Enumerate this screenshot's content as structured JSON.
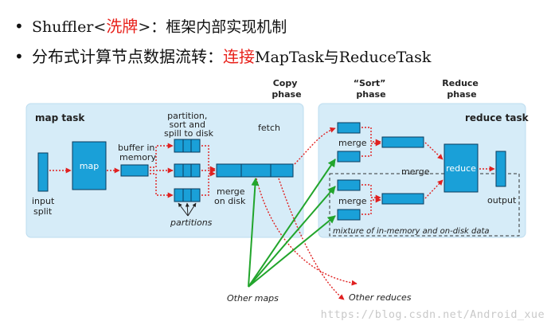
{
  "bullets": [
    {
      "pre": "Shuffler<",
      "red": "洗牌",
      "post": ">：框架内部实现机制"
    },
    {
      "pre": "分布式计算节点数据流转：",
      "red": "连接",
      "post": "MapTask与ReduceTask"
    }
  ],
  "diagram": {
    "copy_phase": [
      "Copy",
      "phase"
    ],
    "sort_phase": [
      "“Sort”",
      "phase"
    ],
    "reduce_phase": [
      "Reduce",
      "phase"
    ],
    "map_task_title": "map task",
    "reduce_task_title": "reduce task",
    "input_split": [
      "input",
      "split"
    ],
    "map_label": "map",
    "buffer_in_memory": [
      "buffer in",
      "memory"
    ],
    "partition_sort_spill": [
      "partition,",
      "sort and",
      "spill to disk"
    ],
    "partitions": "partitions",
    "merge_on_disk": [
      "merge",
      "on disk"
    ],
    "fetch": "fetch",
    "merge_1": "merge",
    "merge_2": "merge",
    "merge_3": "merge",
    "reduce_label": "reduce",
    "output": "output",
    "mixture_note": "mixture of in-memory and on-disk data",
    "other_maps": "Other maps",
    "other_reduces": "Other reduces"
  },
  "watermark": "https://blog.csdn.net/Android_xue",
  "colors": {
    "panel": "#d6ecf8",
    "box": "#1aa0d8",
    "box_stroke": "#0b3a5c",
    "red_arrow": "#e02020",
    "green_arrow": "#22a52c",
    "bullet_red": "#e8201a"
  }
}
